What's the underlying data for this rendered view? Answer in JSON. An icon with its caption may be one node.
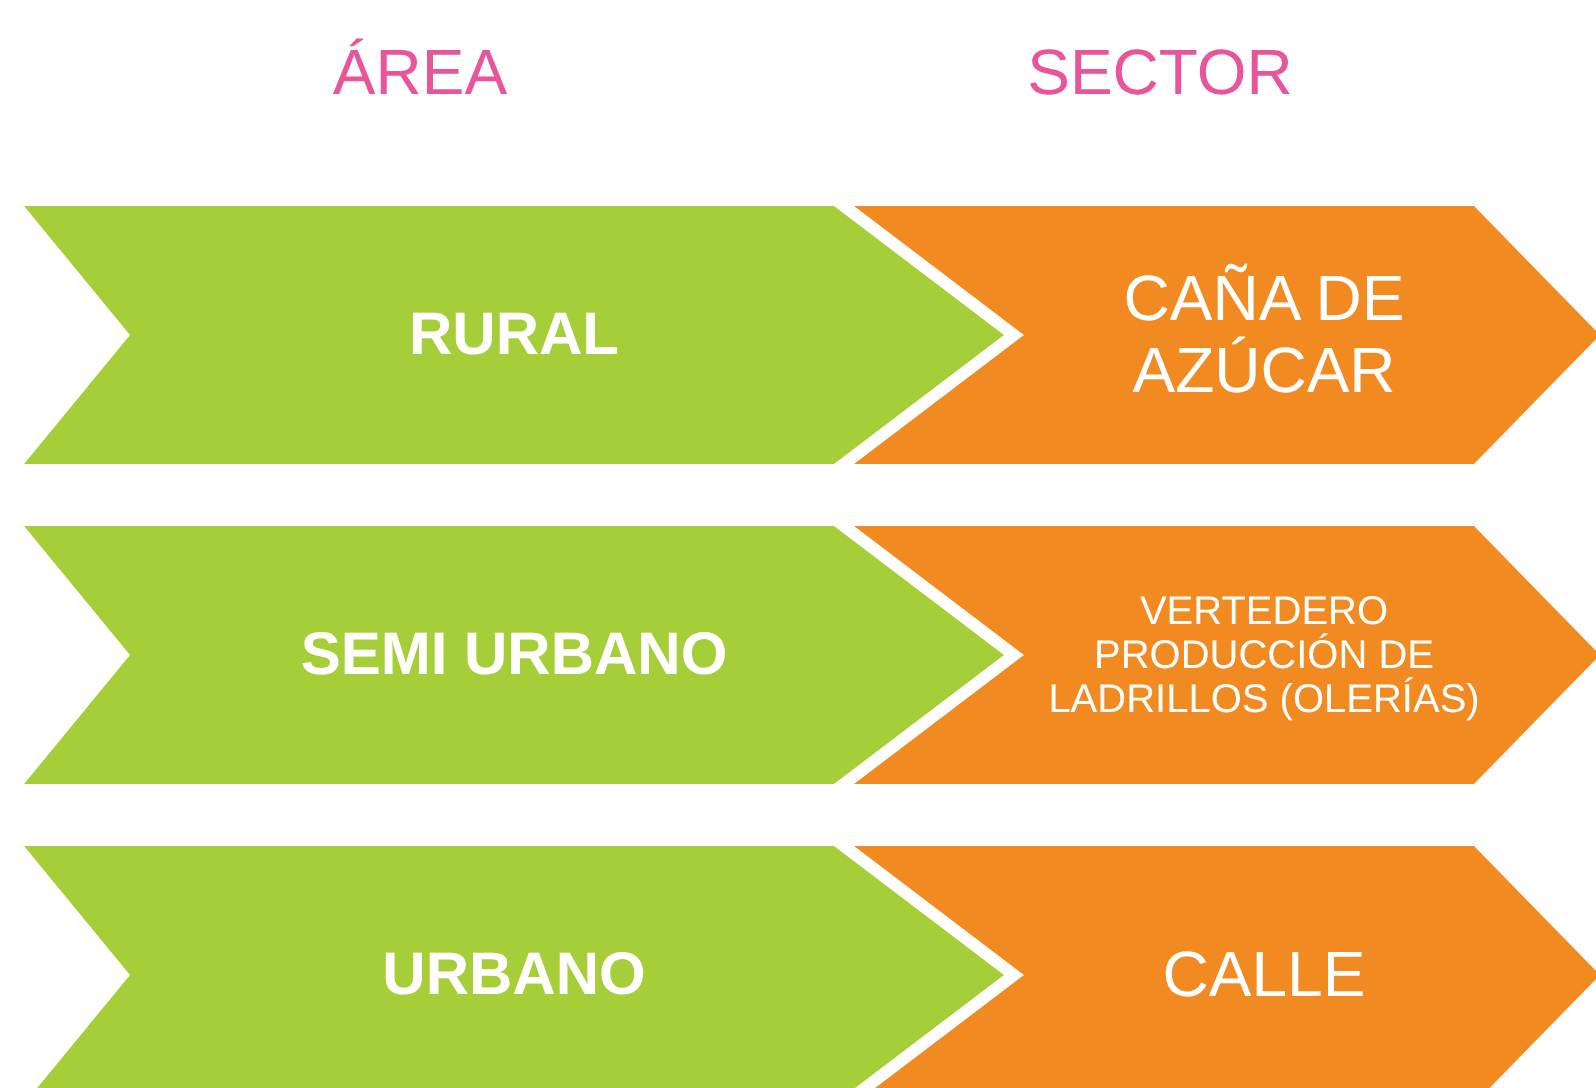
{
  "diagram": {
    "nodes": [
      {
        "text": [
          "RURAL"
        ]
      },
      {
        "text": [
          "CAÑA DE AZÚCAR"
        ]
      },
      {
        "text": [
          "SEMI URBANO"
        ]
      },
      {
        "text": [
          "VERTEDERO",
          "PRODUCCIÓN DE LADRILLOS (OLERÍAS)"
        ]
      },
      {
        "text": [
          "URBANO"
        ]
      },
      {
        "text": [
          "CALLE"
        ]
      }
    ],
    "labels": [
      "ÁREA",
      "SECTOR"
    ]
  }
}
